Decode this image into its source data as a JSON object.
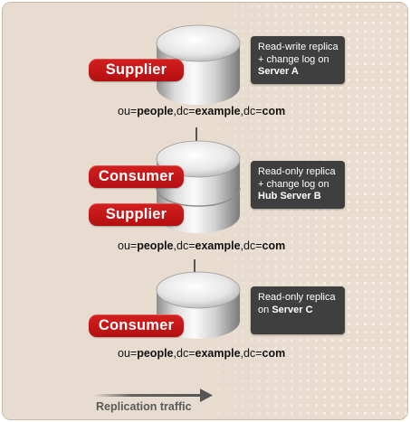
{
  "nodes": [
    {
      "roles": [
        "Supplier"
      ],
      "description": {
        "line1": "Read-write replica",
        "line2": "+ change log on",
        "server": "Server A"
      },
      "dn": {
        "ou_key": "ou=",
        "ou": "people",
        "dc1_key": ",dc=",
        "dc1": "example",
        "dc2_key": ",dc=",
        "dc2": "com"
      }
    },
    {
      "roles": [
        "Consumer",
        "Supplier"
      ],
      "description": {
        "line1": "Read-only replica",
        "line2": "+ change log on",
        "server": "Hub Server B"
      },
      "dn": {
        "ou_key": "ou=",
        "ou": "people",
        "dc1_key": ",dc=",
        "dc1": "example",
        "dc2_key": ",dc=",
        "dc2": "com"
      }
    },
    {
      "roles": [
        "Consumer"
      ],
      "description": {
        "line1": "Read-only replica",
        "line2": "on",
        "server": "Server C"
      },
      "dn": {
        "ou_key": "ou=",
        "ou": "people",
        "dc1_key": ",dc=",
        "dc1": "example",
        "dc2_key": ",dc=",
        "dc2": "com"
      }
    }
  ],
  "legend": {
    "label": "Replication traffic"
  },
  "colors": {
    "role_tag": "#c4161c",
    "description_box": "#3f3f3f",
    "arrow": "#555555",
    "background": "#e9ddd0"
  }
}
